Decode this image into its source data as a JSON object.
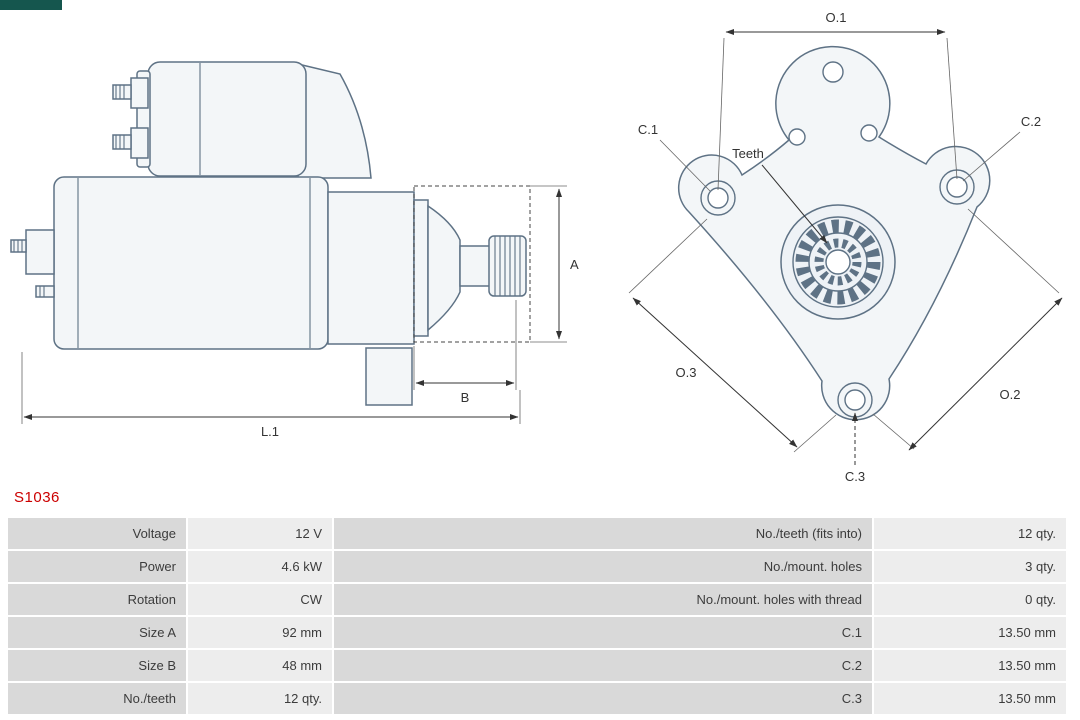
{
  "part_number": "S1036",
  "colors": {
    "part_number_red": "#cc0000",
    "drawing_line": "#5e7285",
    "table_label_bg": "#d9d9d9",
    "table_value_bg": "#ededed",
    "logo_green": "#15564e"
  },
  "diagram": {
    "side_view_labels": {
      "a": "A",
      "b": "B",
      "l1": "L.1"
    },
    "front_view_labels": {
      "o1": "O.1",
      "o2": "O.2",
      "o3": "O.3",
      "c1": "C.1",
      "c2": "C.2",
      "c3": "C.3",
      "teeth": "Teeth"
    }
  },
  "specs": {
    "rows": [
      [
        "Voltage",
        "12 V",
        "No./teeth (fits into)",
        "12 qty."
      ],
      [
        "Power",
        "4.6 kW",
        "No./mount. holes",
        "3 qty."
      ],
      [
        "Rotation",
        "CW",
        "No./mount. holes with thread",
        "0 qty."
      ],
      [
        "Size A",
        "92 mm",
        "C.1",
        "13.50 mm"
      ],
      [
        "Size B",
        "48 mm",
        "C.2",
        "13.50 mm"
      ],
      [
        "No./teeth",
        "12 qty.",
        "C.3",
        "13.50 mm"
      ]
    ]
  }
}
